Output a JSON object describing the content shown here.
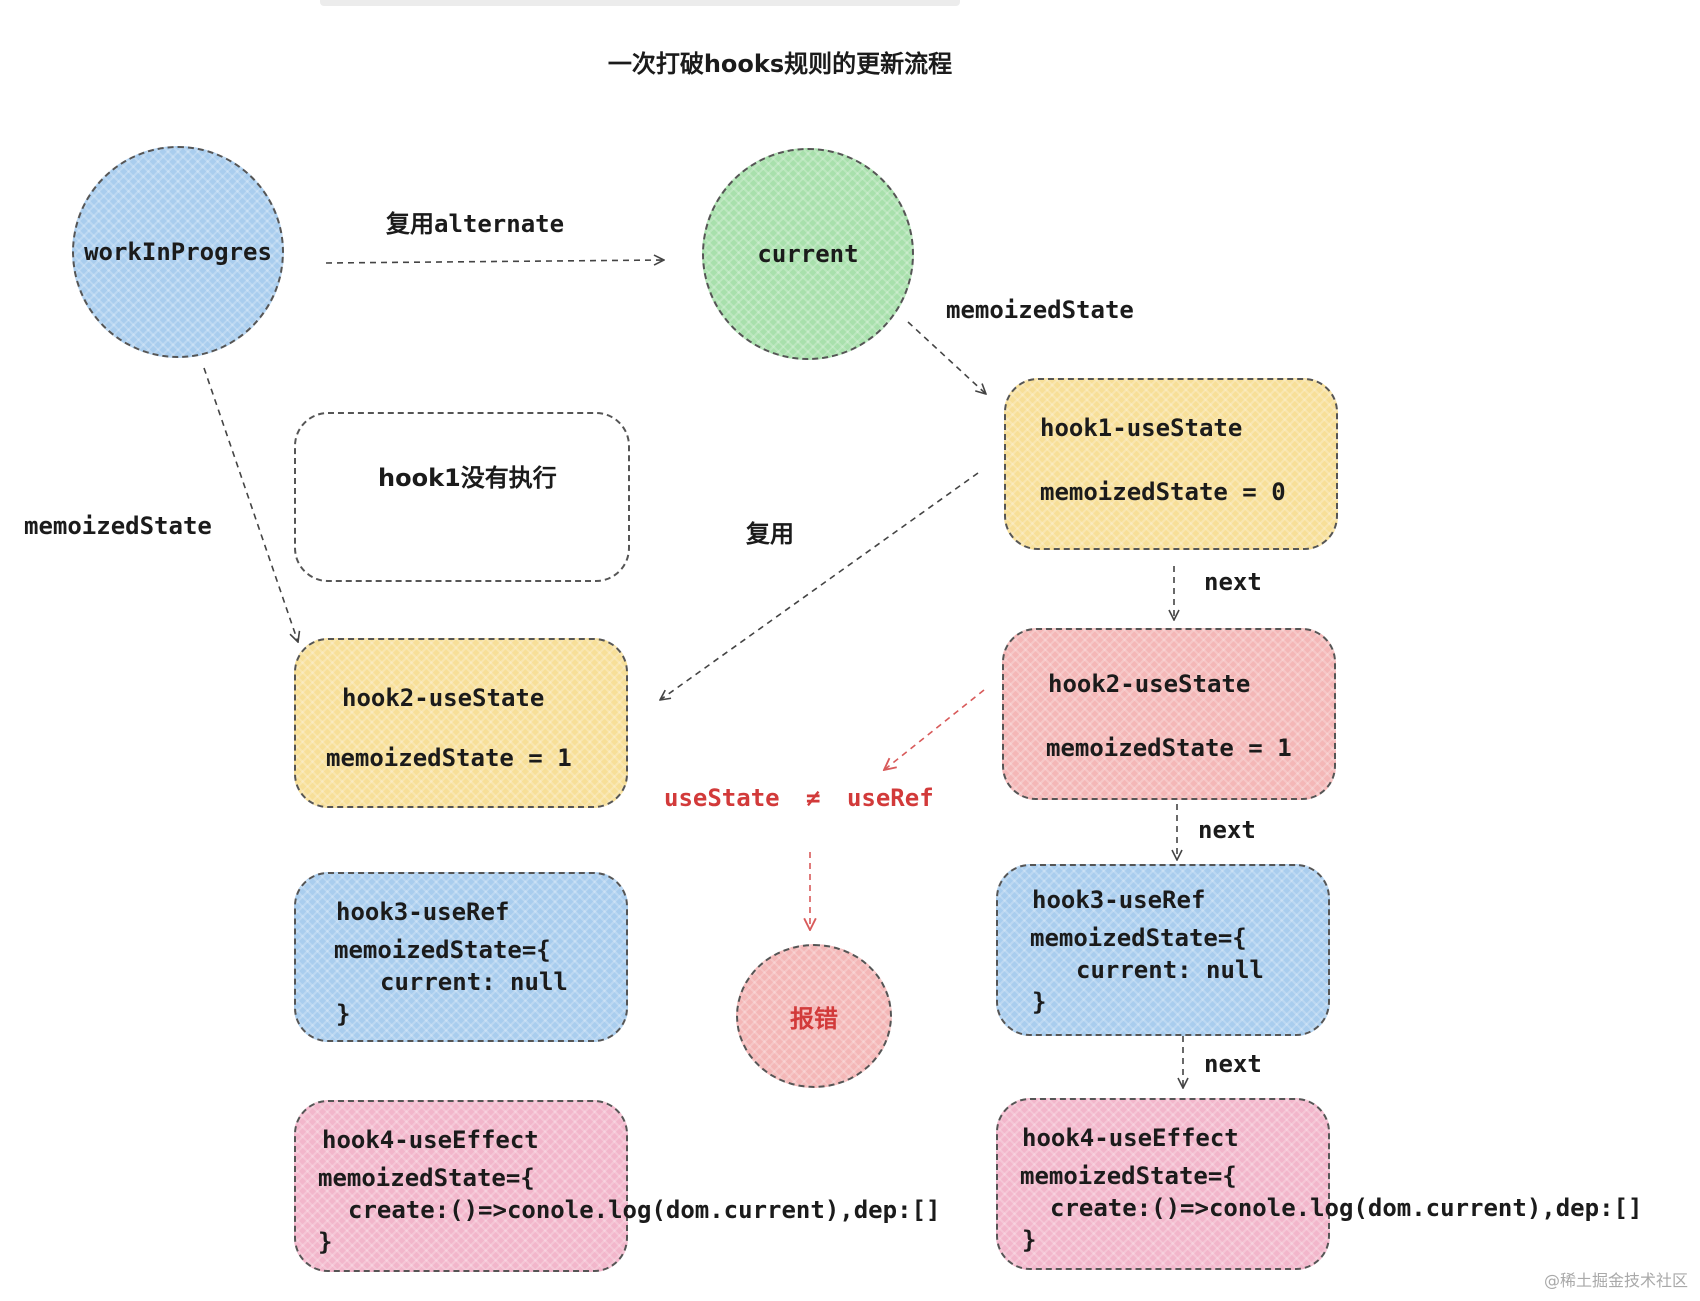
{
  "title": "一次打破hooks规则的更新流程",
  "colors": {
    "blue": "#a9cdee",
    "green": "#a8e0ac",
    "yellow": "#f7df98",
    "red": "#f4b7b7",
    "pink": "#f2b6cb",
    "error_text": "#d23a3a"
  },
  "nodes": {
    "work_in_progress": "workInProgres",
    "current": "current",
    "error": "报错"
  },
  "edges": {
    "reuse_alternate": "复用alternate",
    "memoized_state_right": "memoizedState",
    "memoized_state_left": "memoizedState",
    "reuse": "复用",
    "next_1": "next",
    "next_2": "next",
    "next_3": "next"
  },
  "mismatch": {
    "left": "useState",
    "operator": "≠",
    "right": "useRef"
  },
  "left_column": {
    "hook1_note": "hook1没有执行",
    "hook2": {
      "name": "hook2-useState",
      "state": "memoizedState = 1"
    },
    "hook3": {
      "name": "hook3-useRef",
      "state_open": "memoizedState={",
      "state_body": "current: null",
      "state_close": "}"
    },
    "hook4": {
      "name": "hook4-useEffect",
      "state_open": "memoizedState={",
      "state_body": "create:()=>conole.log(dom.current),dep:[]",
      "state_close": "}"
    }
  },
  "right_column": {
    "hook1": {
      "name": "hook1-useState",
      "state": "memoizedState = 0"
    },
    "hook2": {
      "name": "hook2-useState",
      "state": "memoizedState = 1"
    },
    "hook3": {
      "name": "hook3-useRef",
      "state_open": "memoizedState={",
      "state_body": "current: null",
      "state_close": "}"
    },
    "hook4": {
      "name": "hook4-useEffect",
      "state_open": "memoizedState={",
      "state_body": "create:()=>conole.log(dom.current),dep:[]",
      "state_close": "}"
    }
  },
  "watermark": "@稀土掘金技术社区"
}
